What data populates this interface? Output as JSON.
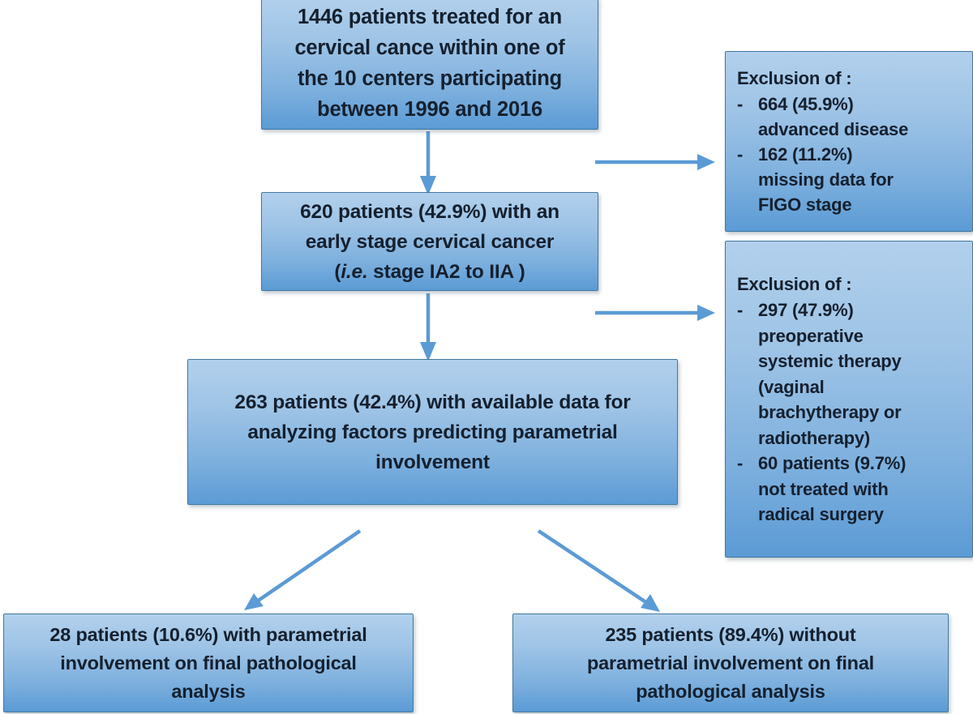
{
  "diagram": {
    "type": "flowchart",
    "title": "CONSORT-style patient selection flow diagram",
    "accent_color": "#5b9bd5",
    "box_border_color": "#41799f",
    "text_color": "#15202e",
    "background": "#ffffff"
  },
  "boxes": {
    "cohort": {
      "lines": [
        "1446 patients treated for an",
        "cervical cance within one of",
        "the 10 centers participating",
        "between 1996 and 2016"
      ],
      "count": 1446
    },
    "early_stage": {
      "line1": "620 patients (42.9%) with an",
      "line2": "early stage cervical cancer",
      "line3_italic": "i.e.",
      "line3_rest": " stage IA2 to IIA )",
      "line3_prefix": "(",
      "count": 620,
      "percent": "42.9%"
    },
    "analysis": {
      "lines": [
        "263 patients (42.4%) with available data for",
        "analyzing factors predicting parametrial",
        "involvement"
      ],
      "count": 263,
      "percent": "42.4%"
    },
    "exclusion_1": {
      "title": "Exclusion of :",
      "dash": "-",
      "items": [
        {
          "lines": [
            "664 (45.9%)",
            "advanced disease"
          ],
          "count": 664,
          "percent": "45.9%"
        },
        {
          "lines": [
            "162 (11.2%)",
            "missing data for",
            "FIGO stage"
          ],
          "count": 162,
          "percent": "11.2%"
        }
      ]
    },
    "exclusion_2": {
      "title": "Exclusion of :",
      "dash": "-",
      "items": [
        {
          "lines": [
            "297 (47.9%)",
            "preoperative",
            "systemic therapy",
            "(vaginal",
            "brachytherapy or",
            "radiotherapy)"
          ],
          "count": 297,
          "percent": "47.9%"
        },
        {
          "lines": [
            "60 patients (9.7%)",
            "not treated with",
            "radical surgery"
          ],
          "count": 60,
          "percent": "9.7%"
        }
      ]
    },
    "parametrial_positive": {
      "lines": [
        "28 patients (10.6%) with parametrial",
        "involvement on final pathological",
        "analysis"
      ],
      "count": 28,
      "percent": "10.6%"
    },
    "parametrial_negative": {
      "lines": [
        "235 patients (89.4%) without",
        "parametrial involvement on final",
        "pathological analysis"
      ],
      "count": 235,
      "percent": "89.4%"
    }
  },
  "connectors": [
    {
      "name": "cohort-to-early",
      "direction": "down"
    },
    {
      "name": "early-to-analysis",
      "direction": "down"
    },
    {
      "name": "cohort-to-exclusion-1",
      "direction": "right"
    },
    {
      "name": "early-to-exclusion-2",
      "direction": "right"
    },
    {
      "name": "analysis-to-positive",
      "direction": "down-left"
    },
    {
      "name": "analysis-to-negative",
      "direction": "down-right"
    }
  ]
}
